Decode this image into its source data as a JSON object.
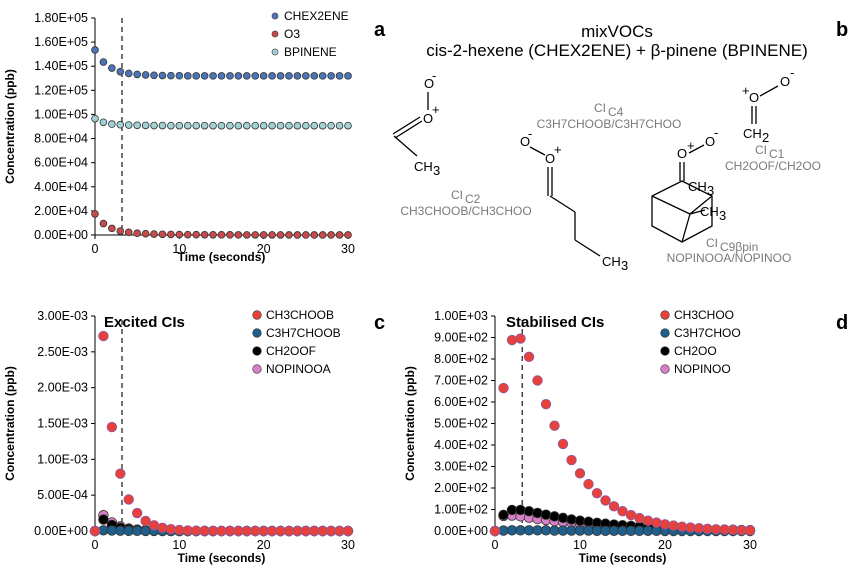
{
  "chart_data": [
    {
      "panel": "a",
      "type": "scatter",
      "xlabel": "Time (seconds)",
      "ylabel": "Concentration (ppb)",
      "xlim": [
        0,
        30
      ],
      "ylim": [
        0,
        180000
      ],
      "xticks": [
        "0",
        "10",
        "20",
        "30"
      ],
      "yticks": [
        "0.00E+00",
        "2.00E+04",
        "4.00E+04",
        "6.00E+04",
        "8.00E+04",
        "1.00E+05",
        "1.20E+05",
        "1.40E+05",
        "1.60E+05",
        "1.80E+05"
      ],
      "vline_x": 3.2,
      "legend_position": "top-right",
      "series": [
        {
          "name": "CHEX2ENE",
          "color": "#4a76b8",
          "values": [
            153500,
            143500,
            138500,
            135500,
            134000,
            133200,
            132800,
            132500,
            132300,
            132200,
            132100,
            132000,
            132000,
            132000,
            132000,
            132000,
            132000,
            132000,
            132000,
            132000,
            132000,
            132000,
            132000,
            132000,
            132000,
            132000,
            132000,
            132000,
            132000,
            132000,
            132000
          ]
        },
        {
          "name": "O3",
          "color": "#c94a4a",
          "values": [
            17500,
            9500,
            5500,
            3300,
            2200,
            1500,
            1100,
            800,
            600,
            500,
            400,
            300,
            250,
            200,
            180,
            150,
            130,
            110,
            100,
            90,
            80,
            70,
            60,
            50,
            50,
            40,
            40,
            30,
            30,
            30,
            30
          ]
        },
        {
          "name": "BPINENE",
          "color": "#9fd1d6",
          "values": [
            96500,
            93500,
            92000,
            91500,
            91200,
            91000,
            90900,
            90800,
            90800,
            90700,
            90700,
            90700,
            90700,
            90700,
            90700,
            90700,
            90700,
            90700,
            90700,
            90700,
            90700,
            90700,
            90700,
            90700,
            90700,
            90700,
            90700,
            90700,
            90700,
            90700,
            90700
          ]
        }
      ]
    },
    {
      "panel": "c",
      "type": "scatter",
      "title": "Excited CIs",
      "xlabel": "Time (seconds)",
      "ylabel": "Concentration (ppb)",
      "xlim": [
        0,
        30
      ],
      "ylim": [
        0,
        0.003
      ],
      "xticks": [
        "0",
        "10",
        "20",
        "30"
      ],
      "yticks": [
        "0.00E+00",
        "5.00E-04",
        "1.00E-03",
        "1.50E-03",
        "2.00E-03",
        "2.50E-03",
        "3.00E-03"
      ],
      "vline_x": 3.2,
      "legend_position": "top-right",
      "series": [
        {
          "name": "CH3CHOOB",
          "color": "#e8413b",
          "values": [
            0,
            0.00272,
            0.00145,
            0.0008,
            0.00044,
            0.00025,
            0.00014,
            8e-05,
            4.5e-05,
            2.5e-05,
            1.4e-05,
            8e-06,
            5e-06,
            3e-06,
            2e-06,
            1e-06,
            1e-06,
            0,
            0,
            0,
            0,
            0,
            0,
            0,
            0,
            0,
            0,
            0,
            0,
            0,
            0
          ]
        },
        {
          "name": "C3H7CHOOB",
          "color": "#1f5f8b",
          "values": [
            0,
            1e-05,
            8e-06,
            5e-06,
            3e-06,
            2e-06,
            1e-06,
            1e-06,
            0,
            0,
            0,
            0,
            0,
            0,
            0,
            0,
            0,
            0,
            0,
            0,
            0,
            0,
            0,
            0,
            0,
            0,
            0,
            0,
            0,
            0,
            0
          ]
        },
        {
          "name": "CH2OOF",
          "color": "#000000",
          "values": [
            0,
            0.00016,
            8.5e-05,
            4.5e-05,
            2.5e-05,
            1.4e-05,
            8e-06,
            4e-06,
            2e-06,
            1e-06,
            1e-06,
            0,
            0,
            0,
            0,
            0,
            0,
            0,
            0,
            0,
            0,
            0,
            0,
            0,
            0,
            0,
            0,
            0,
            0,
            0,
            0
          ]
        },
        {
          "name": "NOPINOOA",
          "color": "#d77fc8",
          "values": [
            0,
            0.00022,
            0.00012,
            6.5e-05,
            3.5e-05,
            2e-05,
            1.1e-05,
            6e-06,
            3e-06,
            2e-06,
            1e-06,
            0,
            0,
            0,
            0,
            0,
            0,
            0,
            0,
            0,
            0,
            0,
            0,
            0,
            0,
            0,
            0,
            0,
            0,
            0,
            0
          ]
        }
      ]
    },
    {
      "panel": "d",
      "type": "scatter",
      "title": "Stabilised CIs",
      "xlabel": "Time (seconds)",
      "ylabel": "Concentration (ppb)",
      "xlim": [
        0,
        30
      ],
      "ylim": [
        0,
        1000
      ],
      "xticks": [
        "0",
        "10",
        "20",
        "30"
      ],
      "yticks": [
        "0.00E+00",
        "1.00E+02",
        "2.00E+02",
        "3.00E+02",
        "4.00E+02",
        "5.00E+02",
        "6.00E+02",
        "7.00E+02",
        "8.00E+02",
        "9.00E+02",
        "1.00E+03"
      ],
      "vline_x": 3.2,
      "legend_position": "top-right",
      "series": [
        {
          "name": "CH3CHOO",
          "color": "#e8413b",
          "values": [
            0,
            665,
            888,
            895,
            810,
            700,
            590,
            490,
            405,
            330,
            268,
            218,
            176,
            142,
            115,
            92,
            74,
            60,
            48,
            39,
            31,
            25,
            20,
            16,
            13,
            10,
            8,
            7,
            5,
            4,
            3
          ]
        },
        {
          "name": "C3H7CHOO",
          "color": "#1f5f8b",
          "values": [
            0,
            2,
            3,
            3,
            3,
            3,
            3,
            2,
            2,
            2,
            2,
            2,
            1,
            1,
            1,
            1,
            1,
            1,
            1,
            1,
            0,
            0,
            0,
            0,
            0,
            0,
            0,
            0,
            0,
            0,
            0
          ]
        },
        {
          "name": "CH2OO",
          "color": "#000000",
          "values": [
            0,
            75,
            98,
            98,
            92,
            84,
            76,
            68,
            61,
            54,
            48,
            43,
            38,
            34,
            30,
            27,
            24,
            21,
            19,
            17,
            15,
            13,
            12,
            10,
            9,
            8,
            7,
            6,
            6,
            5,
            4
          ]
        },
        {
          "name": "NOPINOO",
          "color": "#d77fc8",
          "values": [
            0,
            70,
            72,
            68,
            62,
            56,
            51,
            46,
            42,
            38,
            34,
            31,
            28,
            25,
            23,
            21,
            19,
            17,
            15,
            14,
            12,
            11,
            10,
            9,
            8,
            7,
            6,
            6,
            5,
            4,
            4
          ]
        }
      ]
    }
  ],
  "panel_b": {
    "letter": "b",
    "title_line1": "mixVOCs",
    "title_line2": "cis-2-hexene (CHEX2ENE) + β-pinene (BPINENE)",
    "ci_c2_label": "CI",
    "ci_c2_sub": "C2",
    "ci_c2_names": "CH3CHOOB/CH3CHOO",
    "ci_c4_label": "CI",
    "ci_c4_sub": "C4",
    "ci_c4_names": "C3H7CHOOB/C3H7CHOO",
    "ci_c1_label": "CI",
    "ci_c1_sub": "C1",
    "ci_c1_names": "CH2OOF/CH2OO",
    "ci_c9_label": "CI",
    "ci_c9_sub": "C9βpin",
    "ci_c9_names": "NOPINOOA/NOPINOO",
    "atom_o": "O",
    "atom_minus": "-",
    "atom_plus": "+",
    "group_ch3": "CH",
    "group_ch2": "CH",
    "sub_3": "3",
    "sub_2": "2"
  }
}
